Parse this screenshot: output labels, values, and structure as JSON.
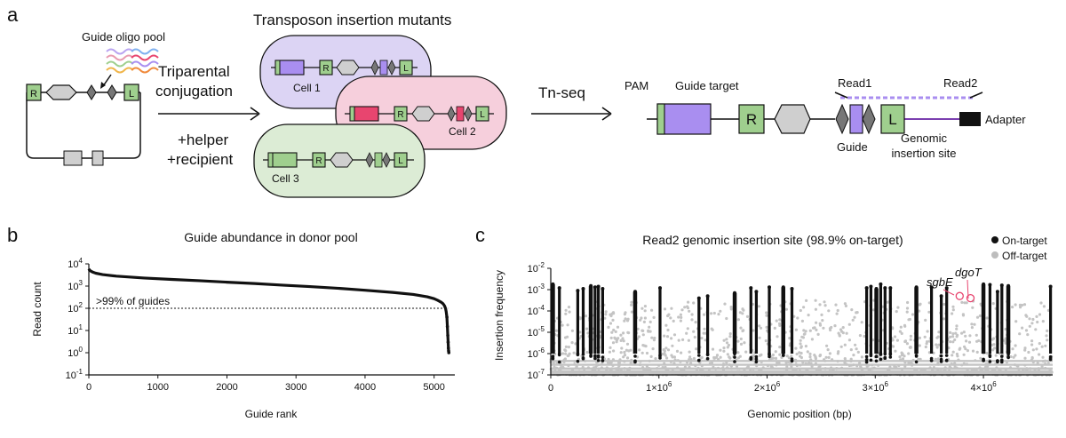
{
  "panel_a": {
    "letter": "a",
    "oligo_label": "Guide oligo pool",
    "conjugation_l1": "Triparental",
    "conjugation_l2": "conjugation",
    "helper": "+helper",
    "recipient": "+recipient",
    "mutants_title": "Transposon insertion mutants",
    "cell1": "Cell 1",
    "cell2": "Cell 2",
    "cell3": "Cell 3",
    "tnseq": "Tn-seq",
    "pam": "PAM",
    "guide_target": "Guide target",
    "read1": "Read1",
    "read2": "Read2",
    "adapter": "Adapter",
    "guide": "Guide",
    "genomic_l1": "Genomic",
    "genomic_l2": "insertion site",
    "R": "R",
    "L": "L",
    "colors": {
      "cell1": "#d9d0f2",
      "cell2": "#f6cfdc",
      "cell3": "#d9ebd2",
      "purple": "#a98ef0",
      "pink": "#e8456f",
      "green": "#9fcf8e",
      "gray": "#cfcfcf"
    }
  },
  "panel_b": {
    "letter": "b",
    "title": "Guide abundance in donor pool",
    "xlabel": "Guide rank",
    "ylabel": "Read count",
    "annotation": ">99% of guides",
    "xticks": [
      "0",
      "1000",
      "2000",
      "3000",
      "4000",
      "5000"
    ],
    "yticks": [
      {
        "b": "10",
        "e": "4"
      },
      {
        "b": "10",
        "e": "3"
      },
      {
        "b": "10",
        "e": "2"
      },
      {
        "b": "10",
        "e": "1"
      },
      {
        "b": "10",
        "e": "0"
      },
      {
        "b": "10",
        "e": "-1"
      }
    ]
  },
  "panel_c": {
    "letter": "c",
    "title": "Read2 genomic insertion site (98.9% on-target)",
    "xlabel": "Genomic position (bp)",
    "ylabel": "Insertion frequency",
    "legend_on": "On-target",
    "legend_off": "Off-target",
    "gene1": "sgbE",
    "gene2": "dgoT",
    "xticks": [
      {
        "b": "0",
        "e": ""
      },
      {
        "b": "1×10",
        "e": "6"
      },
      {
        "b": "2×10",
        "e": "6"
      },
      {
        "b": "3×10",
        "e": "6"
      },
      {
        "b": "4×10",
        "e": "6"
      }
    ],
    "yticks": [
      {
        "b": "10",
        "e": "-2"
      },
      {
        "b": "10",
        "e": "-3"
      },
      {
        "b": "10",
        "e": "-4"
      },
      {
        "b": "10",
        "e": "-5"
      },
      {
        "b": "10",
        "e": "-6"
      },
      {
        "b": "10",
        "e": "-7"
      }
    ]
  },
  "chart_data": [
    {
      "type": "scatter",
      "title": "Guide abundance in donor pool",
      "xlabel": "Guide rank",
      "ylabel": "Read count",
      "y_scale": "log",
      "xlim": [
        0,
        5300
      ],
      "ylim": [
        0.1,
        10000
      ],
      "threshold_line": 100,
      "series": [
        {
          "x": [
            0,
            10,
            30,
            60,
            100,
            200,
            400,
            800,
            1200,
            1600,
            2000,
            2400,
            2800,
            3200,
            3600,
            4000,
            4400,
            4700,
            4900,
            5000,
            5050,
            5100,
            5130,
            5150,
            5165,
            5175,
            5185,
            5192,
            5198,
            5203,
            5207,
            5210,
            5213
          ],
          "values": [
            6000,
            5200,
            4700,
            4200,
            3800,
            3300,
            2800,
            2300,
            2000,
            1750,
            1500,
            1300,
            1100,
            950,
            800,
            650,
            520,
            420,
            330,
            270,
            230,
            190,
            160,
            130,
            100,
            70,
            40,
            15,
            6,
            3,
            1.6,
            1.2,
            1.0
          ]
        }
      ]
    },
    {
      "type": "scatter",
      "title": "Read2 genomic insertion site (98.9% on-target)",
      "xlabel": "Genomic position (bp)",
      "ylabel": "Insertion frequency",
      "y_scale": "log",
      "xlim": [
        0,
        4640000
      ],
      "ylim": [
        1e-07,
        0.01
      ],
      "legend": "top-right",
      "series": [
        {
          "name": "On-target",
          "x": [
            20000,
            80000,
            250000,
            300000,
            370000,
            410000,
            440000,
            480000,
            780000,
            1010000,
            1370000,
            1450000,
            1700000,
            1850000,
            1900000,
            2020000,
            2150000,
            2230000,
            2920000,
            2960000,
            3010000,
            3050000,
            3090000,
            3140000,
            3380000,
            3520000,
            3610000,
            3660000,
            4000000,
            4060000,
            4130000,
            4170000,
            4230000,
            4620000
          ],
          "values": [
            0.0018,
            0.0012,
            0.0009,
            0.0011,
            0.0015,
            0.0013,
            0.0014,
            0.0011,
            0.0008,
            0.0012,
            0.0004,
            0.0005,
            0.0007,
            0.0012,
            0.0008,
            0.0013,
            0.0013,
            0.0011,
            0.0012,
            0.0014,
            0.0011,
            0.0018,
            0.0012,
            0.0012,
            0.0013,
            0.0013,
            0.0005,
            0.0012,
            0.0018,
            0.0017,
            0.0008,
            0.0016,
            0.0015,
            0.0014
          ],
          "column_min": 1e-06
        },
        {
          "name": "Off-target",
          "values_range": [
            1e-07,
            0.0003
          ]
        }
      ],
      "annotations": [
        {
          "label": "sgbE",
          "x": 3780000,
          "y": 0.0005
        },
        {
          "label": "dgoT",
          "x": 3880000,
          "y": 0.0004
        }
      ]
    }
  ]
}
